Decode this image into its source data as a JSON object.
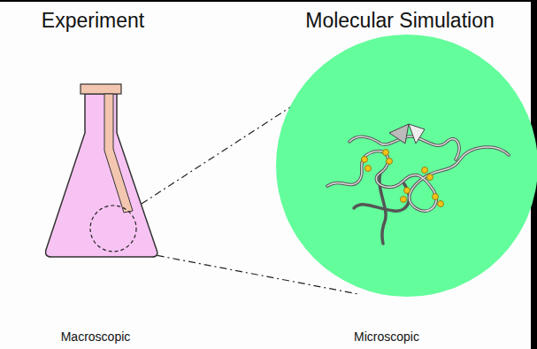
{
  "diagram": {
    "labels": [
      "Experiment",
      "Molecular Simulation",
      "Macroscopic",
      "Microscopic"
    ]
  }
}
